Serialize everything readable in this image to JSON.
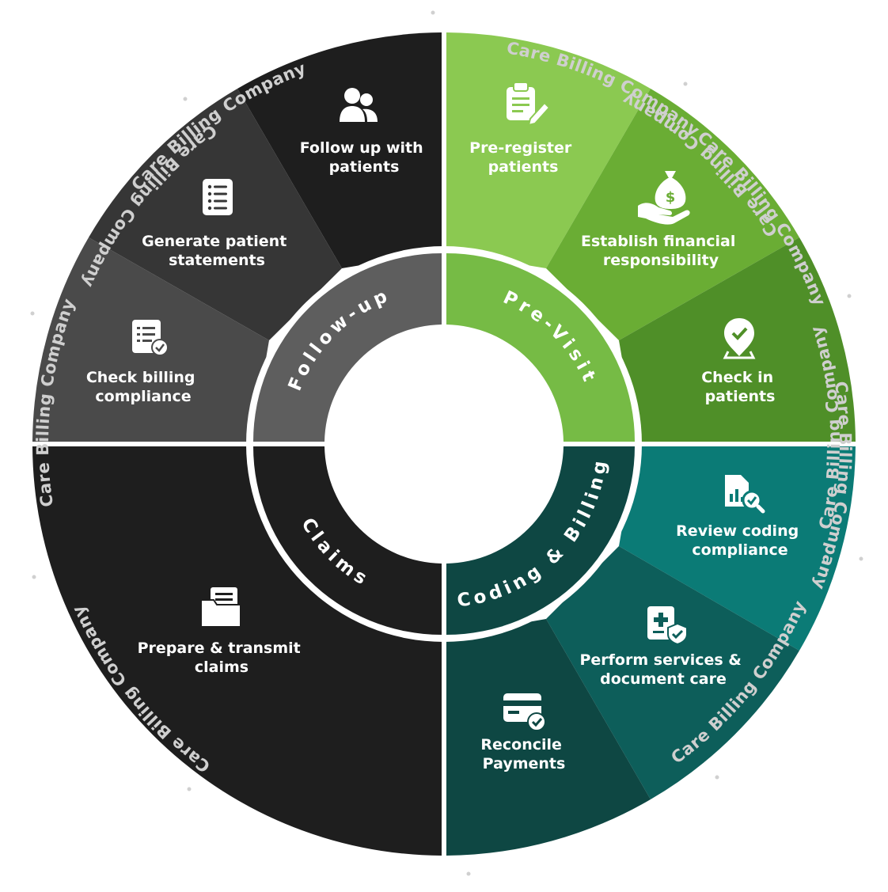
{
  "watermark": "Care Billing Company",
  "colors": {
    "phase_followup": "#5e5e5e",
    "phase_previsit": "#76bb45",
    "phase_coding": "#0e4743",
    "phase_claims": "#1e1e1e",
    "seg_followup_patients": "#1e1e1e",
    "seg_statements": "#363636",
    "seg_billing_compliance": "#4a4a4a",
    "seg_preregister": "#8bc951",
    "seg_financial": "#6aad34",
    "seg_checkin": "#4f8f28",
    "seg_review_coding": "#0b7b76",
    "seg_perform": "#0d5e5a",
    "seg_reconcile": "#0e4743",
    "seg_claims": "#1e1e1e"
  },
  "phases": {
    "followup": "Follow-up",
    "previsit": "Pre-Visit",
    "coding": "Coding & Billing",
    "claims": "Claims"
  },
  "steps": {
    "follow_up_patients": {
      "lines": [
        "Follow up with",
        "patients"
      ],
      "icon": "users-icon"
    },
    "generate_statements": {
      "lines": [
        "Generate patient",
        "statements"
      ],
      "icon": "list-document-icon"
    },
    "check_billing": {
      "lines": [
        "Check billing",
        "compliance"
      ],
      "icon": "checklist-check-icon"
    },
    "preregister": {
      "lines": [
        "Pre-register",
        "patients"
      ],
      "icon": "clipboard-pen-icon"
    },
    "establish_financial": {
      "lines": [
        "Establish financial",
        "responsibility"
      ],
      "icon": "money-bag-hand-icon"
    },
    "check_in": {
      "lines": [
        "Check in",
        "patients"
      ],
      "icon": "location-check-icon"
    },
    "review_coding": {
      "lines": [
        "Review coding",
        "compliance"
      ],
      "icon": "chart-search-icon"
    },
    "perform_services": {
      "lines": [
        "Perform services &",
        "document care"
      ],
      "icon": "medical-document-shield-icon"
    },
    "reconcile": {
      "lines": [
        "Reconcile",
        "Payments"
      ],
      "icon": "card-check-icon"
    },
    "prepare_claims": {
      "lines": [
        "Prepare & transmit",
        "claims"
      ],
      "icon": "folder-documents-icon"
    }
  }
}
